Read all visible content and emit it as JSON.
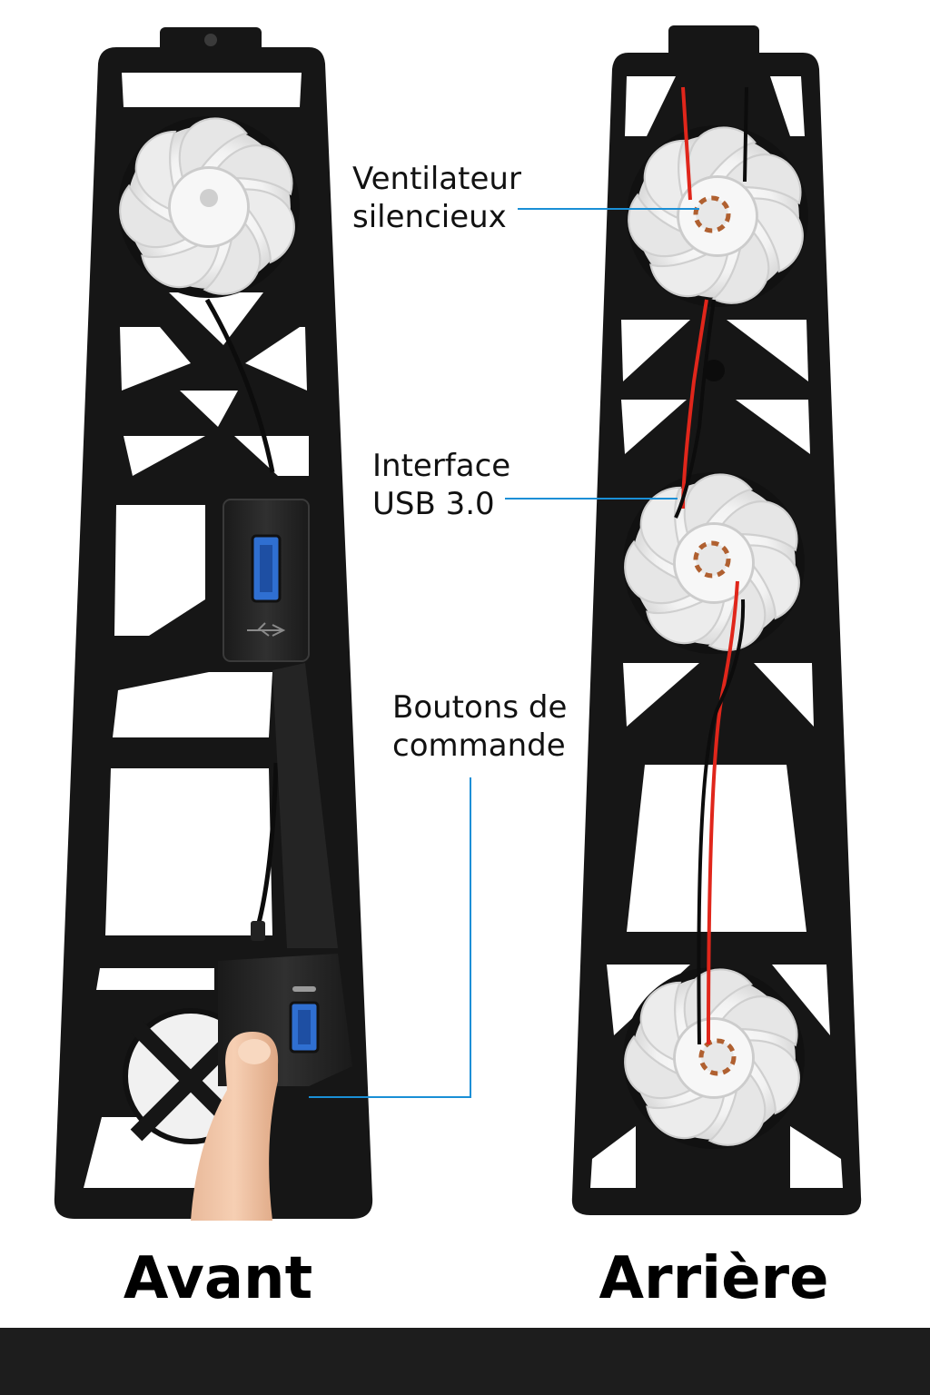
{
  "callouts": {
    "fan": {
      "line1": "Ventilateur",
      "line2": "silencieux"
    },
    "usb": {
      "line1": "Interface",
      "line2": "USB 3.0"
    },
    "buttons": {
      "line1": "Boutons de",
      "line2": "commande"
    }
  },
  "labels": {
    "front": "Avant",
    "back": "Arrière"
  },
  "colors": {
    "frame": "#161616",
    "accent_line": "#1a8fd6",
    "usb_port": "#2f6fd1",
    "wire_red": "#e0261b",
    "bottom_bar": "#1d1d1d"
  }
}
